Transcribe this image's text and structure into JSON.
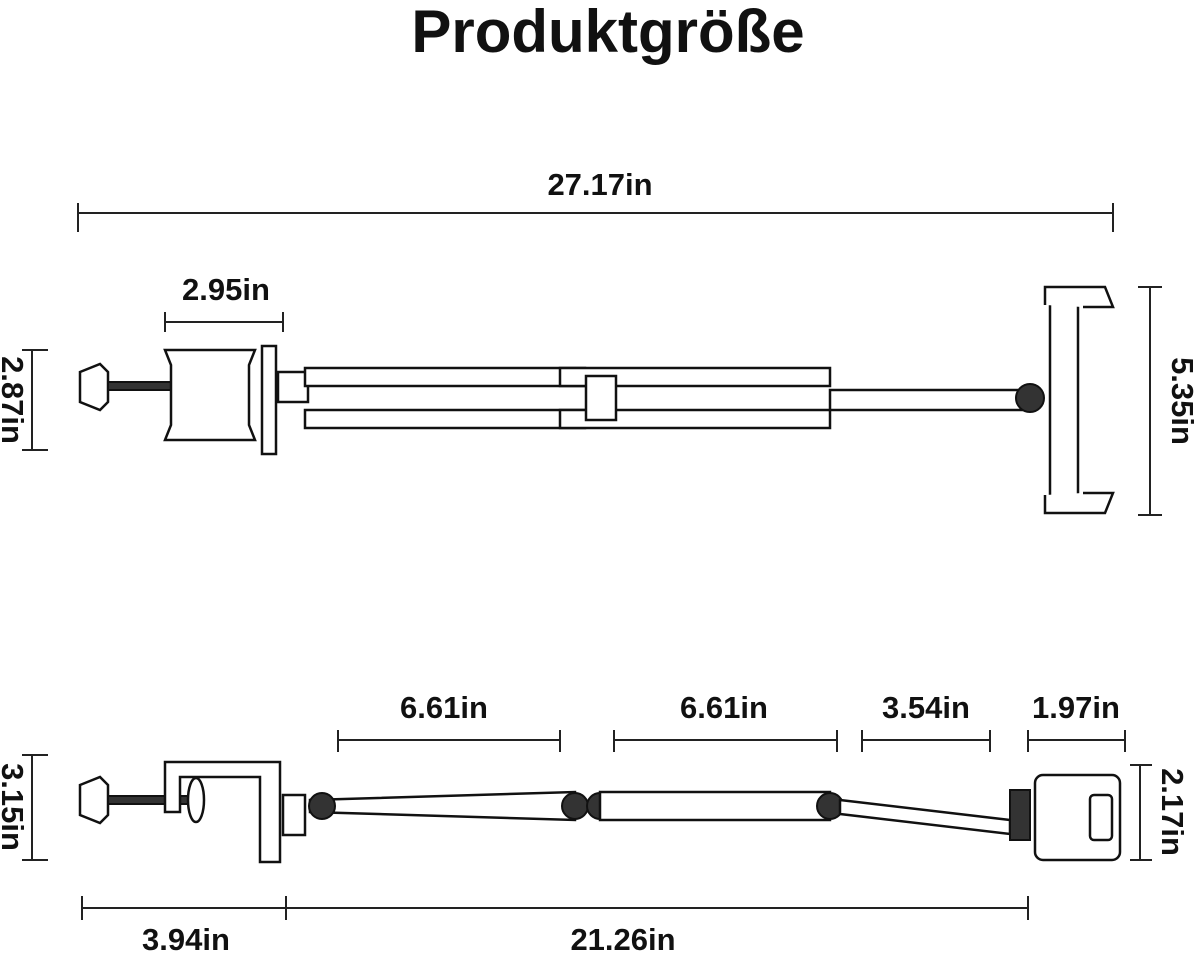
{
  "title": "Produktgröße",
  "top_view": {
    "overall_length": "27.17in",
    "clamp_width": "2.95in",
    "clamp_height": "2.87in",
    "holder_height": "5.35in"
  },
  "side_view": {
    "arm_segment_1": "6.61in",
    "arm_segment_2": "6.61in",
    "arm_segment_3": "3.54in",
    "holder_depth": "1.97in",
    "clamp_height": "3.15in",
    "holder_height": "2.17in",
    "clamp_length": "3.94in",
    "arm_length": "21.26in"
  }
}
